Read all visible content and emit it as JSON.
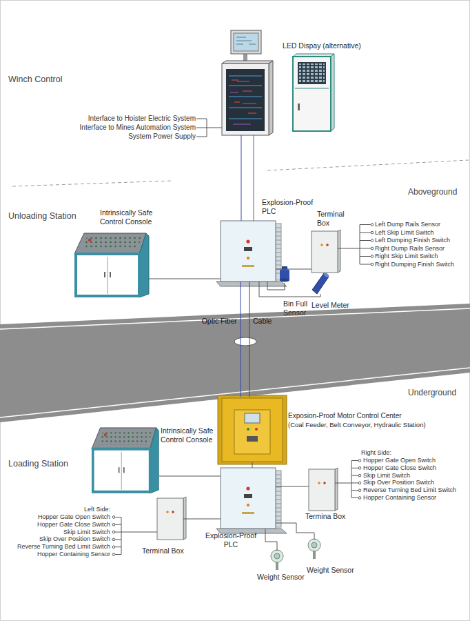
{
  "diagram": {
    "nodes": [
      {
        "text": [
          "LED Dispay (alternative)"
        ]
      },
      {
        "text": [
          "Intrinsically Safe Control Console"
        ]
      },
      {
        "text": [
          "Explosion-Proof PLC"
        ]
      },
      {
        "text": [
          "Terminal Box"
        ]
      },
      {
        "text": [
          "Bin Full Sensor"
        ]
      },
      {
        "text": [
          "Level Meter"
        ]
      },
      {
        "text": [
          "Exposion-Proof Motor Control Center",
          "(Coal Feeder, Belt Conveyor, Hydraulic Station)"
        ]
      },
      {
        "text": [
          "Intrinsically Safe Control Console"
        ]
      },
      {
        "text": [
          "Explosion-Proof PLC"
        ]
      },
      {
        "text": [
          "Termina Box"
        ]
      },
      {
        "text": [
          "Terminal Box"
        ]
      },
      {
        "text": [
          "Weight Sensor"
        ]
      },
      {
        "text": [
          "Weight Sensor"
        ]
      }
    ],
    "edges": [
      {
        "from": 1,
        "to": 2,
        "arrow": "none"
      },
      {
        "from": 2,
        "to": 3,
        "arrow": "none"
      },
      {
        "from": 2,
        "to": 4,
        "arrow": "none"
      },
      {
        "from": 2,
        "to": 5,
        "arrow": "none"
      },
      {
        "from": 2,
        "to": 6,
        "label": "Optic Fiber",
        "arrow": "none"
      },
      {
        "from": 2,
        "to": 6,
        "label": "Cable",
        "arrow": "none"
      },
      {
        "from": 6,
        "to": 8,
        "arrow": "none"
      },
      {
        "from": 7,
        "to": 8,
        "arrow": "none"
      },
      {
        "from": 8,
        "to": 9,
        "arrow": "none"
      },
      {
        "from": 8,
        "to": 10,
        "arrow": "none"
      },
      {
        "from": 8,
        "to": 11,
        "arrow": "none"
      },
      {
        "from": 8,
        "to": 12,
        "arrow": "none"
      }
    ],
    "labels": [
      "Winch Control",
      "Interface to Hoister Electric System",
      "Interface to Mines Automation System",
      "System Power Supply",
      "Aboveground",
      "Unloading Station",
      "Left Dump Rails Sensor",
      "Left Skip Limit Switch",
      "Left Dumping Finish Switch",
      "Right Dump Rails Sensor",
      "Right Skip Limit Switch",
      "Right Dumping Finish Switch",
      "Underground",
      "Loading Station",
      "Right Side:",
      "Hopper Gate Open Switch",
      "Hopper Gate Close Switch",
      "Skip Limit Switch",
      "Skip Over Position Switch",
      "Reverse Turning Bed Limit Switch",
      "Hopper Containing Sensor",
      "Left Side:",
      "Hopper Gate Open Switch",
      "Hopper Gate Close Switch",
      "Skip Limit Switch",
      "Skip Over Position Switch",
      "Reverse Turning Bed Limit Switch",
      "Hopper Containing Sensor"
    ]
  }
}
